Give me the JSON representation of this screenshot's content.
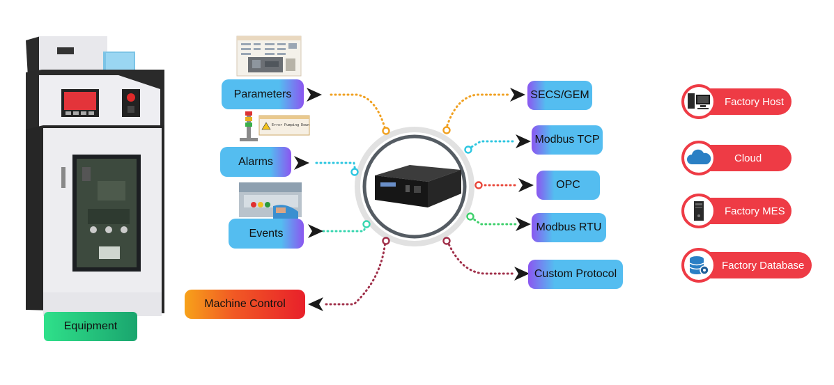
{
  "hub": {
    "label": "Equipment"
  },
  "inputs": [
    {
      "label": "Parameters"
    },
    {
      "label": "Alarms"
    },
    {
      "label": "Events"
    }
  ],
  "control": {
    "label": "Machine Control"
  },
  "protocols": [
    {
      "label": "SECS/GEM"
    },
    {
      "label": "Modbus TCP"
    },
    {
      "label": "OPC"
    },
    {
      "label": "Modbus RTU"
    },
    {
      "label": "Custom Protocol"
    }
  ],
  "destinations": [
    {
      "label": "Factory Host",
      "icon": "computer-icon"
    },
    {
      "label": "Cloud",
      "icon": "cloud-icon"
    },
    {
      "label": "Factory MES",
      "icon": "tower-pc-icon"
    },
    {
      "label": "Factory Database",
      "icon": "database-icon"
    }
  ],
  "alarm_popup": {
    "text": "Error Pumping Down"
  },
  "colors": {
    "pill_blue": "#54bdf0",
    "pill_purple": "#8b56f0",
    "orange": "#f15a24",
    "dest_red": "#ee3b45",
    "equipment_green": "#2fe08a",
    "line_orange": "#f0a020",
    "line_cyan": "#2cc6e0",
    "line_teal": "#39d6b0",
    "line_red": "#e8473a",
    "line_green": "#3ccf6a",
    "line_maroon": "#a0304a"
  }
}
